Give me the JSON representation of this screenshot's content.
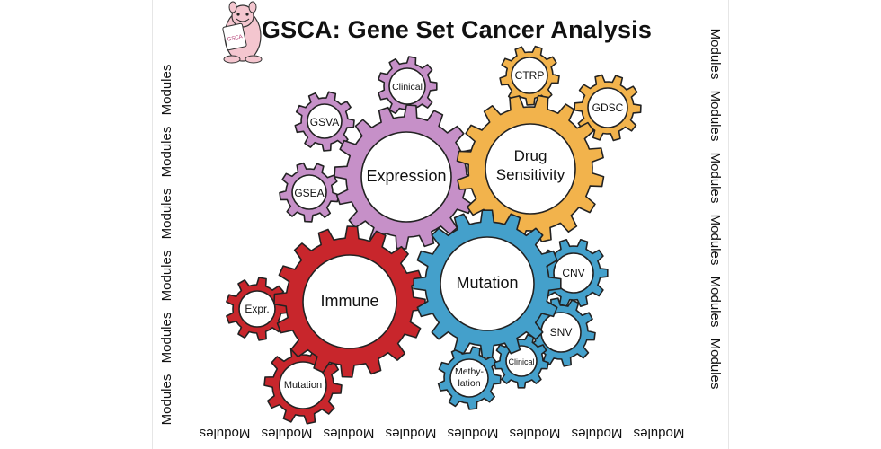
{
  "title": "GSCA: Gene Set Cancer Analysis",
  "border_word": "Modules",
  "colors": {
    "expression": "#c690c8",
    "drug": "#f2b34c",
    "immune": "#c8262c",
    "mutation": "#44a0cb",
    "outline": "#222222"
  },
  "gears": {
    "expression": "Expression",
    "drug": [
      "Drug",
      "Sensitivity"
    ],
    "immune": "Immune",
    "mutation": "Mutation",
    "gsva": "GSVA",
    "gsea": "GSEA",
    "clinical_top": "Clinical",
    "ctrp": "CTRP",
    "gdsc": "GDSC",
    "expr": "Expr.",
    "mutation_small": "Mutation",
    "cnv": "CNV",
    "snv": "SNV",
    "methylation": [
      "Methy-",
      "lation"
    ],
    "clinical_small": "Clinical"
  },
  "mascot": {
    "book_text": "GSCA"
  }
}
